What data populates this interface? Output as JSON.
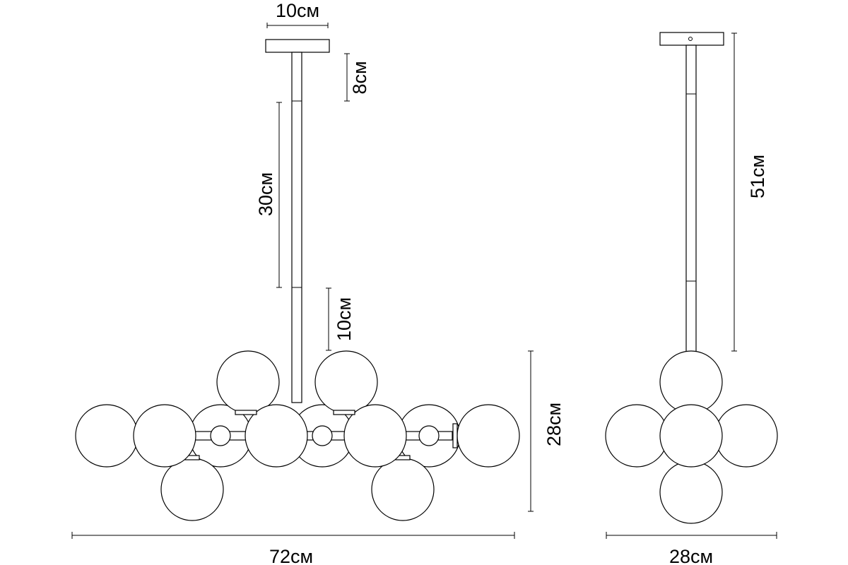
{
  "dimensions": {
    "canopy_width": "10см",
    "canopy_to_rod_joint": "8см",
    "rod_segment": "30см",
    "rod_lower_segment": "10см",
    "fixture_height": "28см",
    "front_width": "72см",
    "side_height": "51см",
    "side_width": "28см"
  }
}
